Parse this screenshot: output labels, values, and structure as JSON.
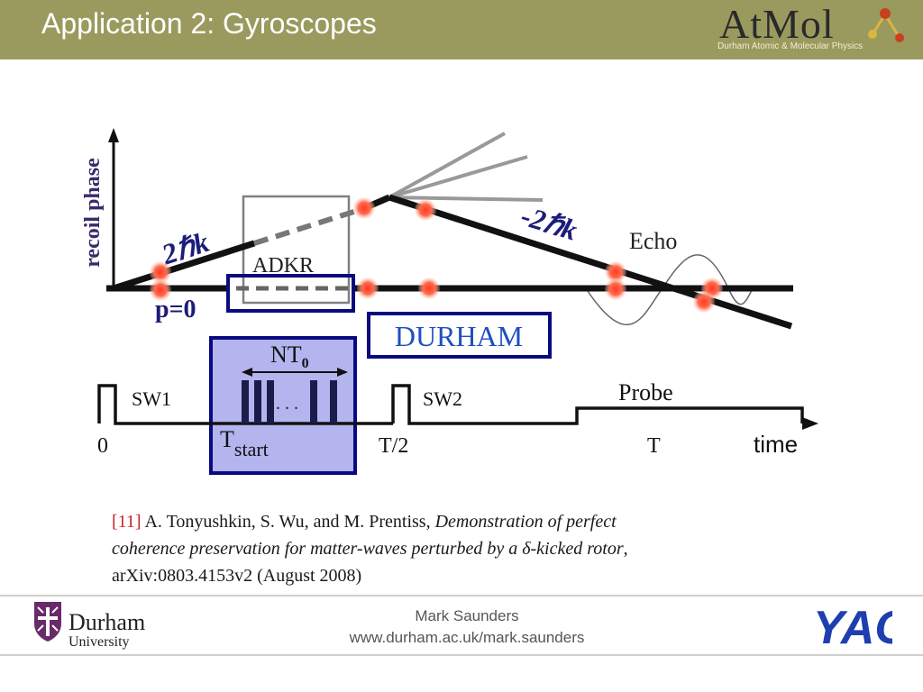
{
  "slide": {
    "title": "Application 2: Gyroscopes"
  },
  "logos": {
    "atmol_word": "AtMol",
    "atmol_subtitle": "Durham Atomic & Molecular Physics",
    "durham_word": "Durham",
    "durham_university": "University",
    "yao": "YAO"
  },
  "diagram": {
    "y_axis_label": "recoil phase",
    "momentum_up_label": "2ℏk",
    "momentum_down_label": "-2ℏk",
    "echo_label": "Echo",
    "adkr_label": "ADKR",
    "p0_label": "p=0",
    "durham_box_label": "DURHAM",
    "nt_label": "NT",
    "nt_subscript": "0",
    "dots_label": ". . .",
    "sw1_label": "SW1",
    "sw2_label": "SW2",
    "probe_label": "Probe",
    "time_label": "time",
    "tick_0": "0",
    "tick_tstart": "T",
    "tick_tstart_sub": "start",
    "tick_thalf": "T/2",
    "tick_t": "T",
    "colors": {
      "line": "#111111",
      "box_border": "#0a0a80",
      "box_fill": "#b4b4ef",
      "dot": "#ff5a3c",
      "momentum_text": "#1c1c7a",
      "recoil_text": "#3a2a6a",
      "durham_text": "#1f4fc0"
    }
  },
  "citation": {
    "ref": "[11]",
    "authors": "A. Tonyushkin, S. Wu, and M. Prentiss,",
    "title_part1": "Demonstration of perfect",
    "title_part2": "coherence preservation for matter-waves perturbed by a δ-kicked rotor",
    "comma": ",",
    "arxiv": "arXiv:0803.4153v2 (August 2008)"
  },
  "footer": {
    "name": "Mark Saunders",
    "url": "www.durham.ac.uk/mark.saunders"
  }
}
